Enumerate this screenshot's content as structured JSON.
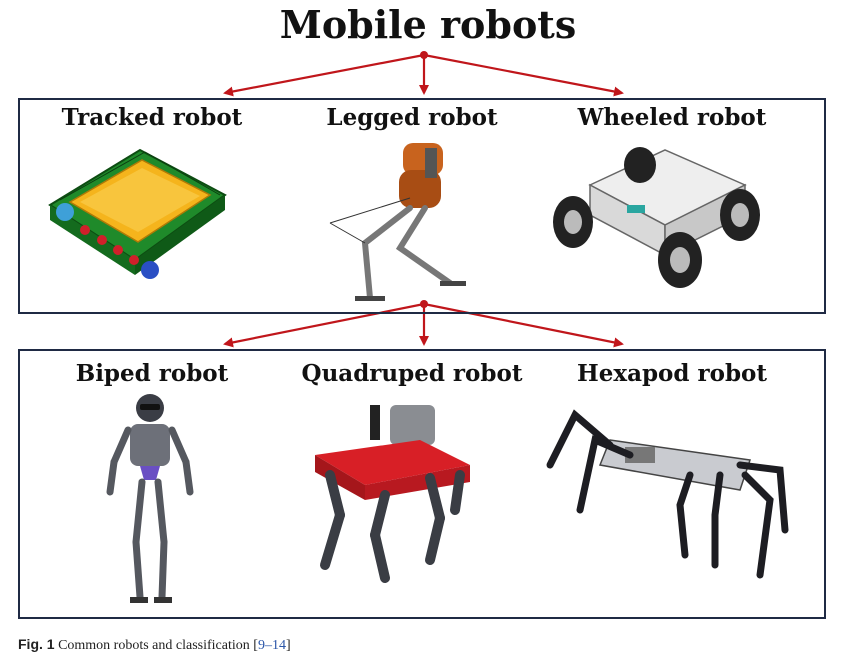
{
  "title": "Mobile robots",
  "categories": {
    "tracked": "Tracked robot",
    "legged": "Legged robot",
    "wheeled": "Wheeled robot"
  },
  "legged_types": {
    "biped": "Biped robot",
    "quadruped": "Quadruped robot",
    "hexapod": "Hexapod robot"
  },
  "caption": {
    "fig": "Fig. 1",
    "text": "Common robots and classification",
    "ref_open": "[",
    "ref": "9–14",
    "ref_close": "]"
  },
  "colors": {
    "arrow": "#c0161b",
    "frame": "#1f2a44"
  }
}
